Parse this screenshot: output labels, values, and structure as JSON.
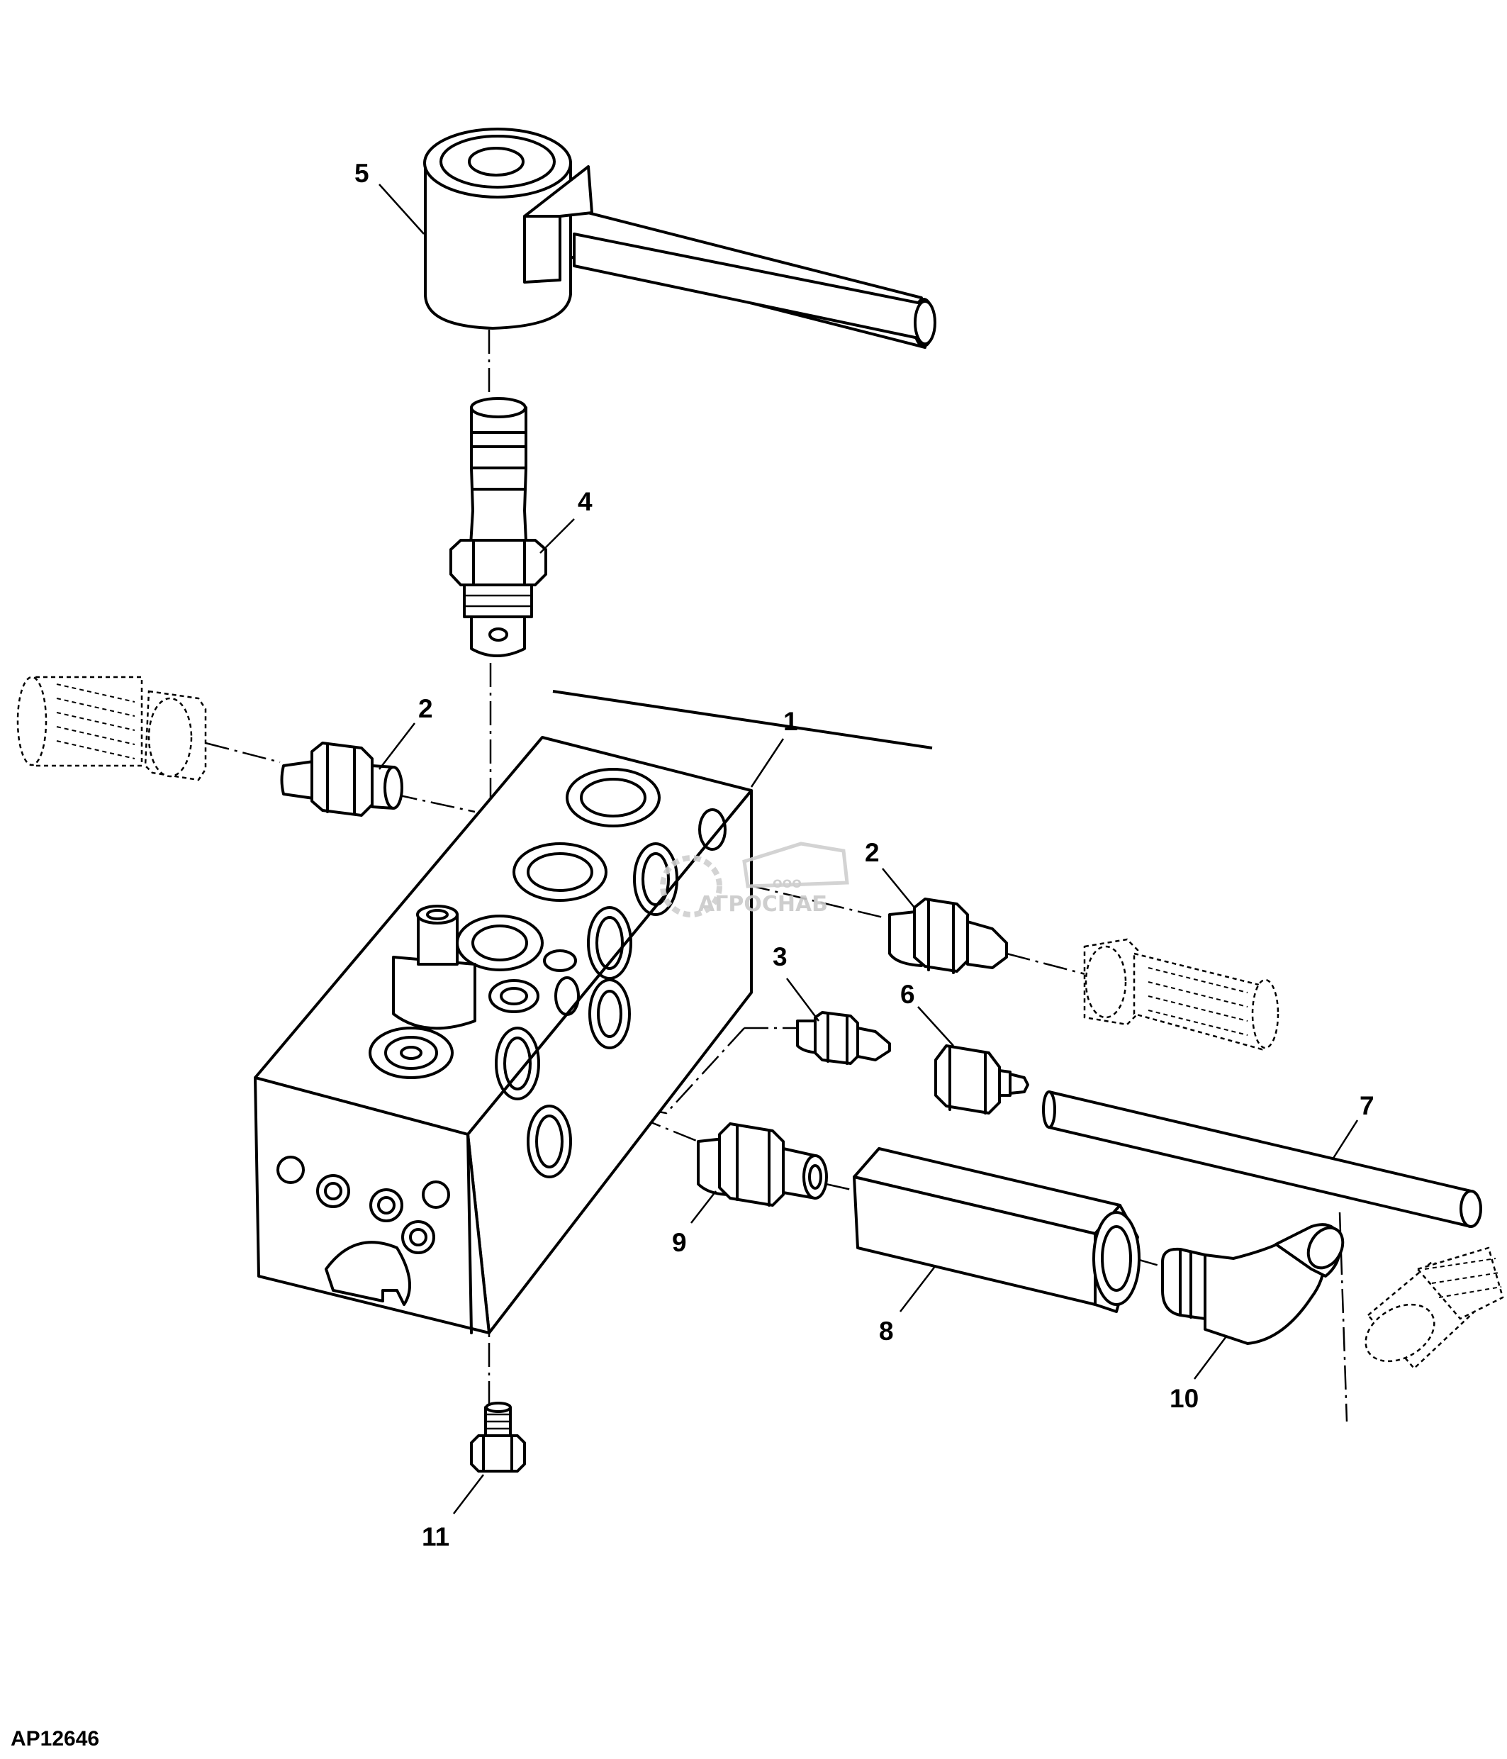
{
  "figure_id": "AP12646",
  "watermark": {
    "company_form": "ООО",
    "brand": "АГРОСНАБ"
  },
  "callouts": [
    {
      "id": "callout-1",
      "label": "1"
    },
    {
      "id": "callout-2a",
      "label": "2"
    },
    {
      "id": "callout-2b",
      "label": "2"
    },
    {
      "id": "callout-3",
      "label": "3"
    },
    {
      "id": "callout-4",
      "label": "4"
    },
    {
      "id": "callout-5",
      "label": "5"
    },
    {
      "id": "callout-6",
      "label": "6"
    },
    {
      "id": "callout-7",
      "label": "7"
    },
    {
      "id": "callout-8",
      "label": "8"
    },
    {
      "id": "callout-9",
      "label": "9"
    },
    {
      "id": "callout-10",
      "label": "10"
    },
    {
      "id": "callout-11",
      "label": "11"
    }
  ]
}
